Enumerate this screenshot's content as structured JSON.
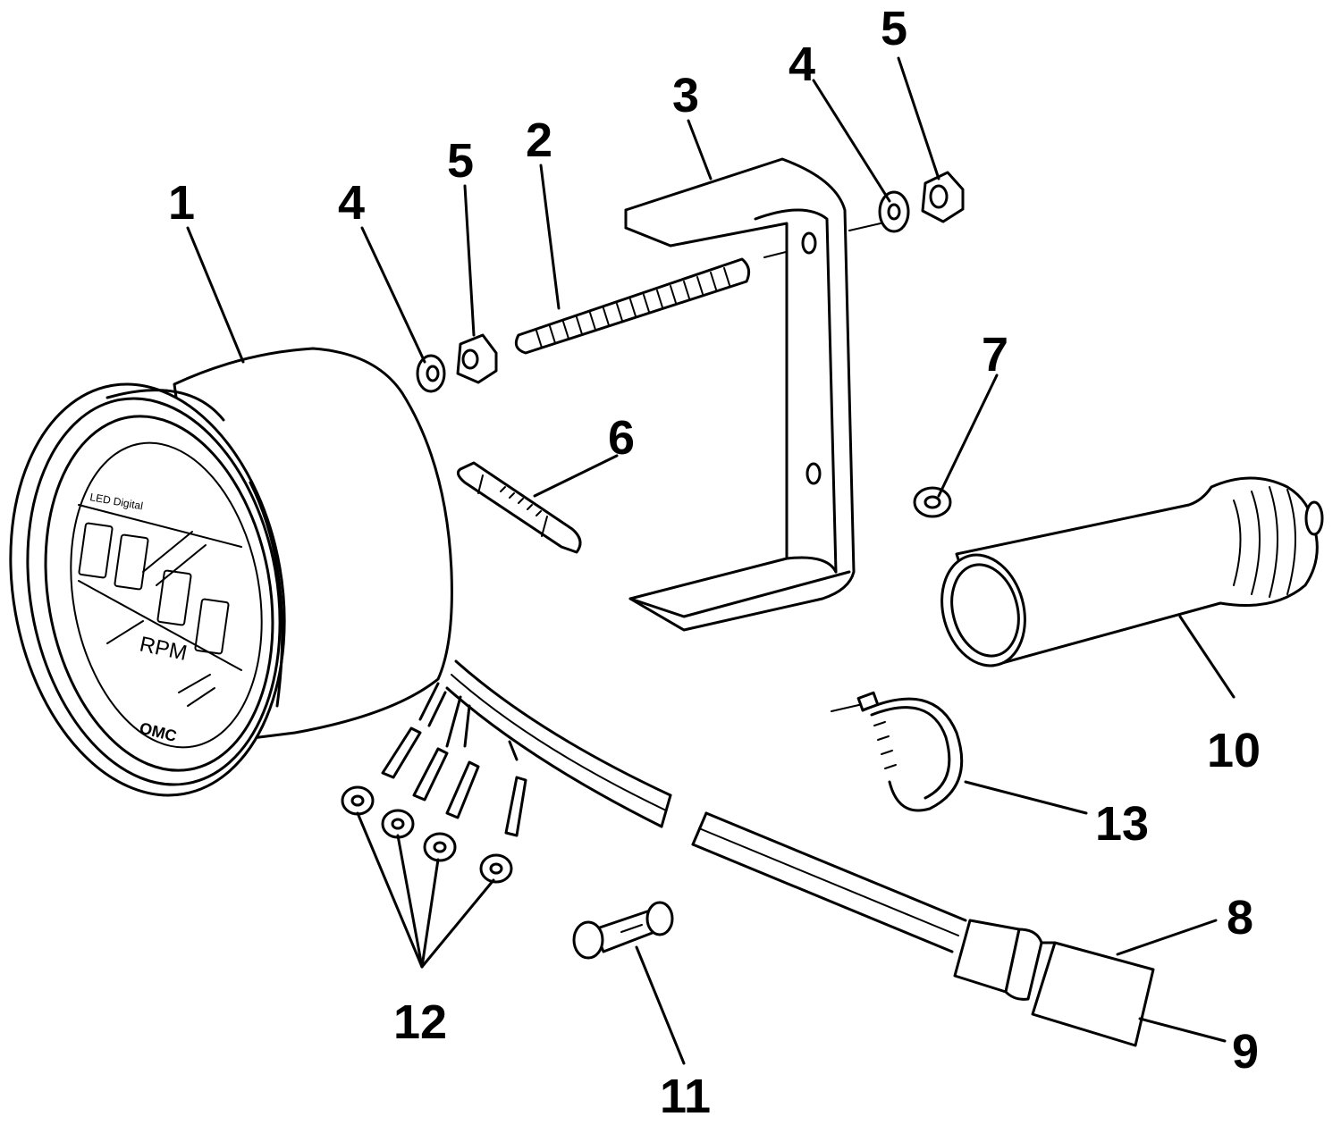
{
  "callouts": {
    "c1": "1",
    "c2": "2",
    "c3": "3",
    "c4a": "4",
    "c4b": "4",
    "c5a": "5",
    "c5b": "5",
    "c6": "6",
    "c7": "7",
    "c8": "8",
    "c9": "9",
    "c10": "10",
    "c11": "11",
    "c12": "12",
    "c13": "13"
  },
  "dial": {
    "unit": "RPM",
    "brand": "OMC",
    "caption": "LED Digital"
  }
}
